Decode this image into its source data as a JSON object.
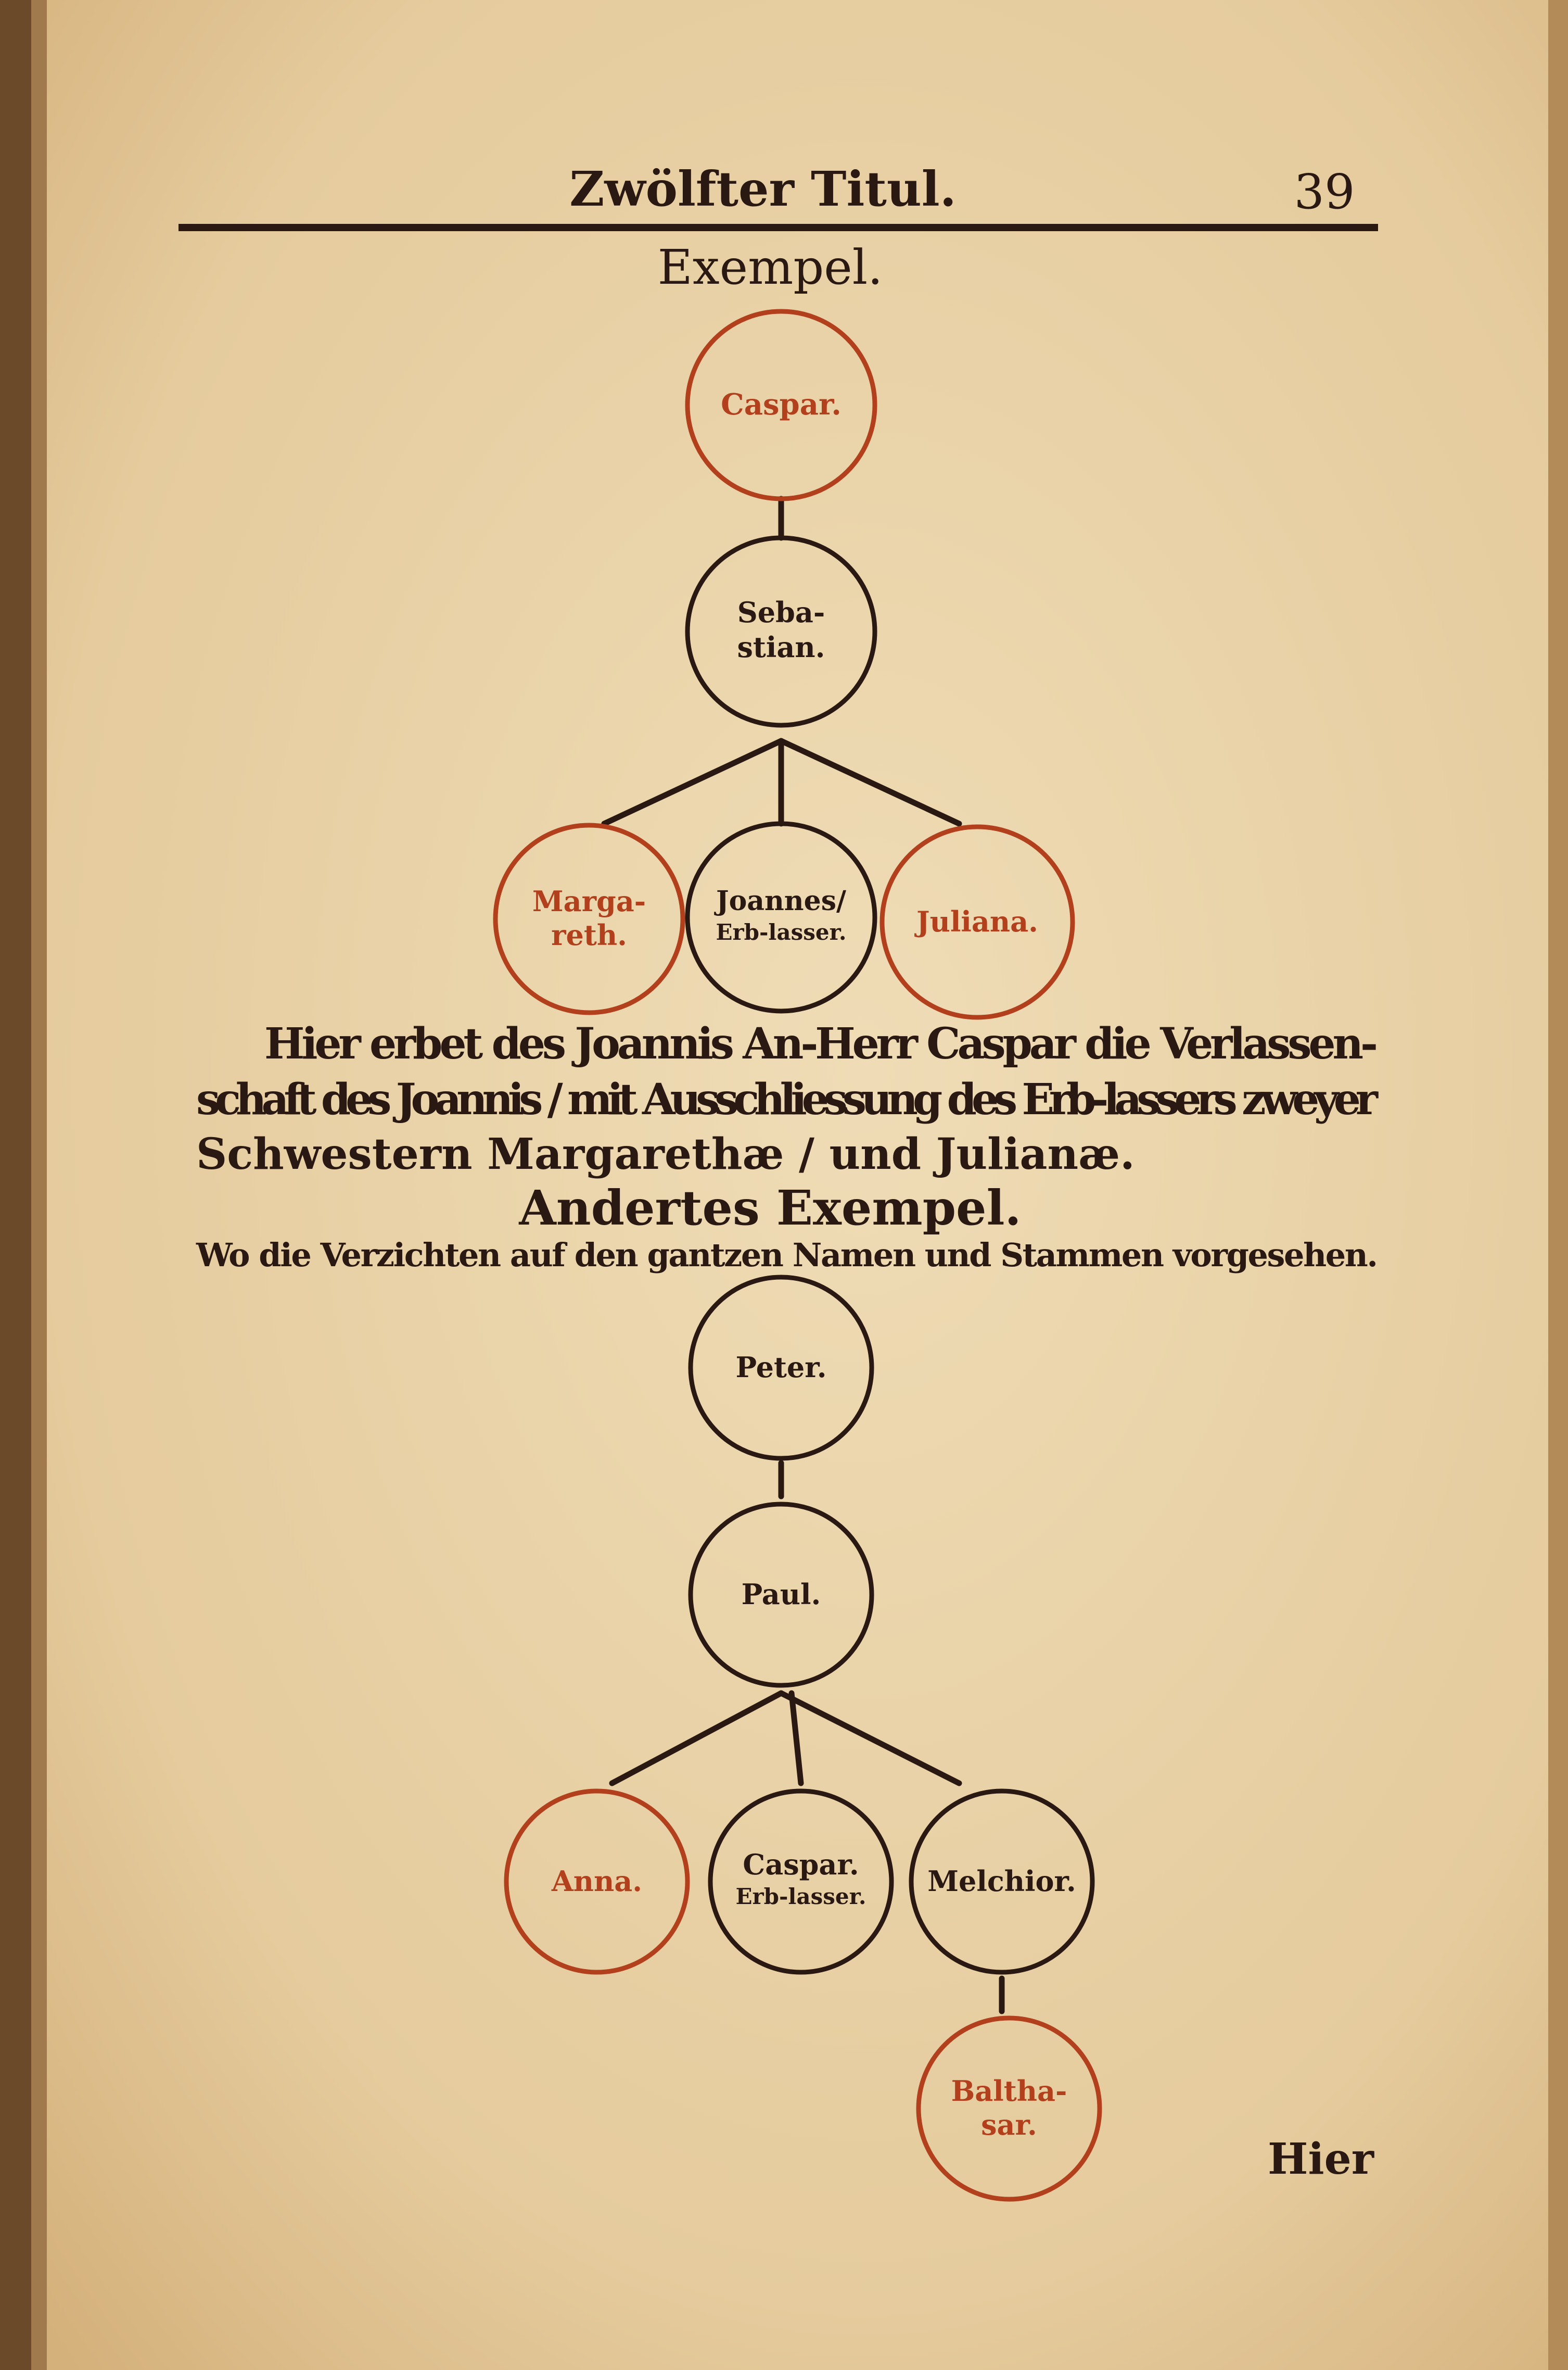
{
  "header": {
    "running_title": "Zwölfter Titul.",
    "page_number": "39"
  },
  "example1": {
    "heading": "Exempel.",
    "nodes": {
      "caspar": [
        "Caspar."
      ],
      "sebastian": [
        "Seba-",
        "stian."
      ],
      "margareth": [
        "Marga-",
        "reth."
      ],
      "joannes": [
        "Joannes/",
        "Erb-lasser."
      ],
      "juliana": [
        "Juliana."
      ]
    },
    "paragraph": [
      "Hier erbet des Joannis An-Herr Caspar die Verlassen-",
      "schaft des Joannis / mit Ausschliessung des Erb-lassers zweyer",
      "Schwestern Margarethæ / und Julianæ."
    ]
  },
  "example2": {
    "heading": "Andertes Exempel.",
    "subheading": "Wo die Verzichten auf den gantzen Namen und Stammen vorgesehen.",
    "nodes": {
      "peter": [
        "Peter."
      ],
      "paul": [
        "Paul."
      ],
      "anna": [
        "Anna."
      ],
      "caspar": [
        "Caspar.",
        "Erb-lasser."
      ],
      "melchior": [
        "Melchior."
      ],
      "balthasar": [
        "Baltha-",
        "sar."
      ]
    }
  },
  "catchword": "Hier",
  "colors": {
    "paper": "#e7d1a8",
    "ink": "#2a1812",
    "rubric": "#b3401c"
  }
}
